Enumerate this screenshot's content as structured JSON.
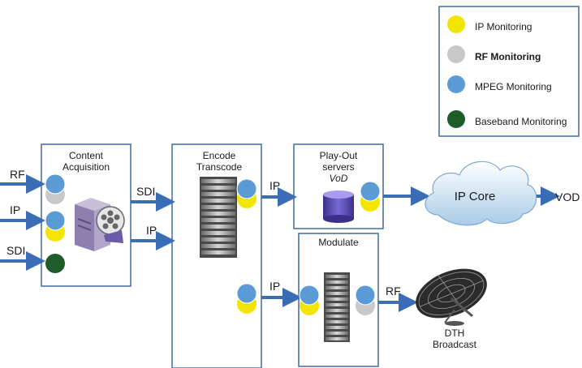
{
  "colors": {
    "box_border": "#3f6aa6",
    "arrow": "#3a6db5",
    "ip": "#f2e600",
    "rf": "#c8c8c8",
    "mpeg": "#5b9bd5",
    "baseband": "#1e5c2a",
    "cloud_top": "#ffffff",
    "cloud_bottom": "#a9cbe6"
  },
  "legend": {
    "items": [
      {
        "label": "IP Monitoring",
        "color": "ip"
      },
      {
        "label": "RF Monitoring",
        "color": "rf"
      },
      {
        "label": "MPEG Monitoring",
        "color": "mpeg"
      },
      {
        "label": "Baseband Monitoring",
        "color": "baseband"
      }
    ]
  },
  "blocks": {
    "content_acquisition": {
      "line1": "Content",
      "line2": "Acquisition"
    },
    "encode": {
      "line1": "Encode",
      "line2": "Transcode"
    },
    "playout": {
      "line1": "Play-Out",
      "line2": "servers",
      "line3": "VoD"
    },
    "modulate": {
      "label": "Modulate"
    }
  },
  "inputs": {
    "rf": "RF",
    "ip": "IP",
    "sdi": "SDI"
  },
  "links": {
    "sdi": "SDI",
    "ip_acq": "IP",
    "ip_playout": "IP",
    "ip_modulate": "IP",
    "rf_out": "RF",
    "vod": "VOD"
  },
  "cloud": {
    "label": "IP Core"
  },
  "dth": {
    "line1": "DTH",
    "line2": "Broadcast"
  }
}
